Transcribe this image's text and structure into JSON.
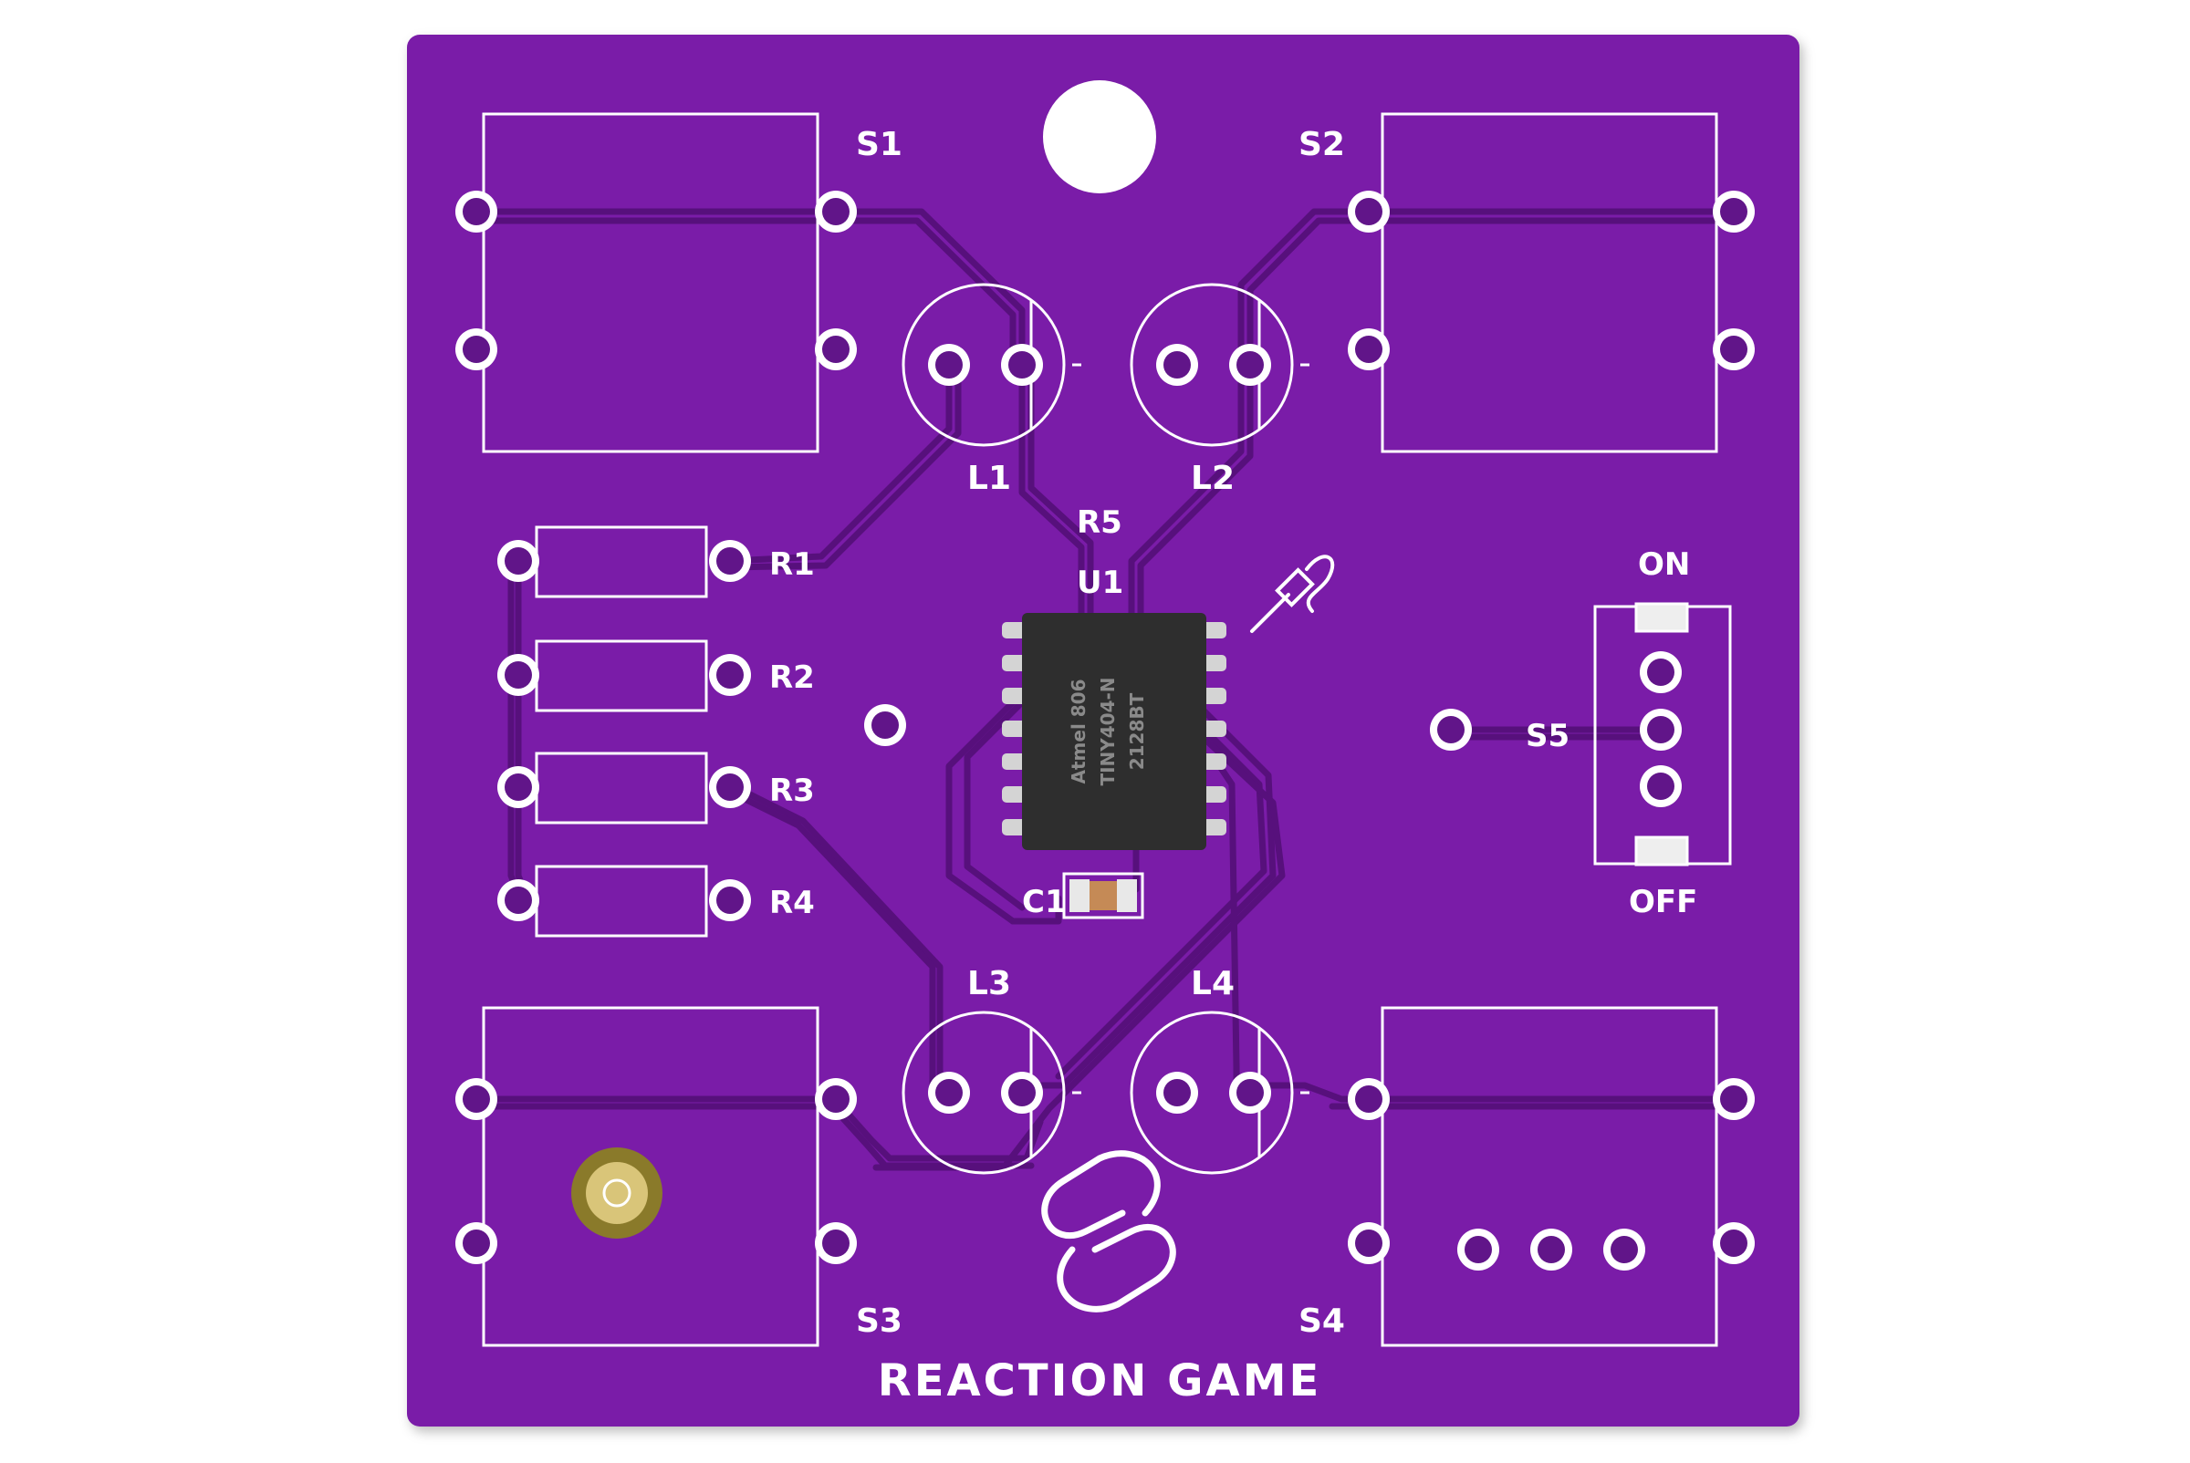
{
  "board": {
    "title": "REACTION GAME",
    "colors": {
      "mask": "#7a1ea8",
      "mask_dark": "#611589",
      "trace": "#57107c",
      "silk": "#ffffff",
      "pad": "#ffffff",
      "chip": "#2e2e2e",
      "chip_pin": "#d4d4d4",
      "background": "#ffffff"
    },
    "switches": [
      {
        "ref": "S1"
      },
      {
        "ref": "S2"
      },
      {
        "ref": "S3"
      },
      {
        "ref": "S4"
      }
    ],
    "leds": [
      {
        "ref": "L1"
      },
      {
        "ref": "L2"
      },
      {
        "ref": "L3"
      },
      {
        "ref": "L4"
      }
    ],
    "resistors": [
      {
        "ref": "R1"
      },
      {
        "ref": "R2"
      },
      {
        "ref": "R3"
      },
      {
        "ref": "R4"
      },
      {
        "ref": "R5"
      }
    ],
    "chip": {
      "ref": "U1",
      "lines": [
        "Atmel 806",
        "TINY404-N",
        "2128BT"
      ]
    },
    "capacitor": {
      "ref": "C1"
    },
    "power_switch": {
      "ref": "S5",
      "on_label": "ON",
      "off_label": "OFF"
    },
    "icons": [
      "board-logo-icon",
      "soldering-iron-icon",
      "mounting-hole-icon",
      "gold-pad-icon"
    ]
  }
}
